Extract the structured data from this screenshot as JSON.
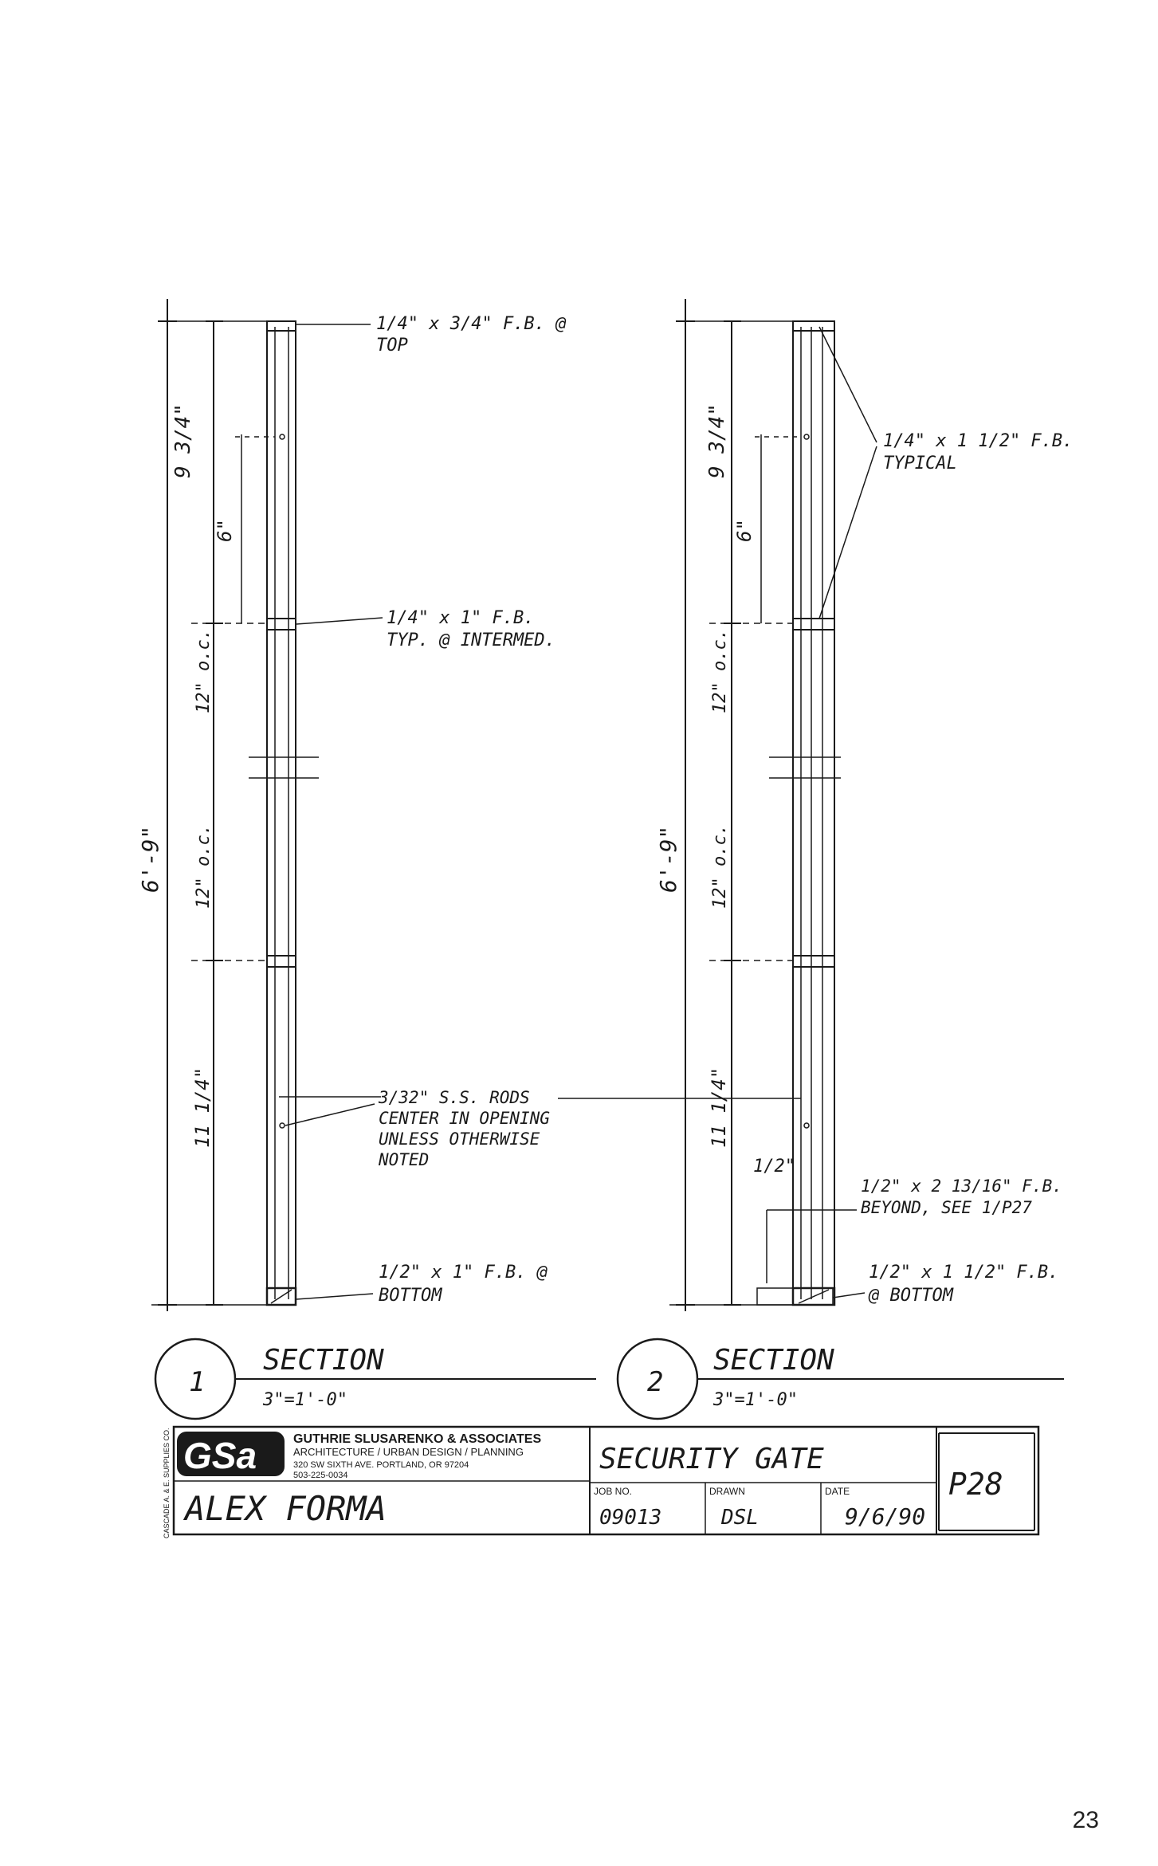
{
  "section1": {
    "callout_top_1": "1/4\" x 3/4\" F.B. @",
    "callout_top_2": "TOP",
    "callout_mid_1": "1/4\" x 1\" F.B.",
    "callout_mid_2": "TYP. @ INTERMED.",
    "callout_rods_1": "3/32\" S.S. RODS",
    "callout_rods_2": "CENTER IN OPENING",
    "callout_rods_3": "UNLESS OTHERWISE",
    "callout_rods_4": "NOTED",
    "callout_bottom_1": "1/2\" x 1\" F.B. @",
    "callout_bottom_2": "BOTTOM",
    "dim_top": "9 3/4\"",
    "dim_6": "6\"",
    "dim_12oc_a": "12\" o.c.",
    "dim_12oc_b": "12\" o.c.",
    "dim_bottom": "11 1/4\"",
    "dim_overall": "6'-9\"",
    "title": "SECTION",
    "number": "1",
    "scale": "3\"=1'-0\""
  },
  "section2": {
    "callout_typ_1": "1/4\" x 1 1/2\" F.B.",
    "callout_typ_2": "TYPICAL",
    "callout_beyond_1": "1/2\" x 2 13/16\" F.B.",
    "callout_beyond_2": "BEYOND, SEE 1/P27",
    "callout_bottom_1": "1/2\" x 1 1/2\" F.B.",
    "callout_bottom_2": "@ BOTTOM",
    "dim_top": "9 3/4\"",
    "dim_6": "6\"",
    "dim_12oc_a": "12\" o.c.",
    "dim_12oc_b": "12\" o.c.",
    "dim_bottom": "11 1/4\"",
    "dim_half": "1/2\"",
    "dim_overall": "6'-9\"",
    "title": "SECTION",
    "number": "2",
    "scale": "3\"=1'-0\""
  },
  "title_block": {
    "logo": "GSa",
    "firm_name": "GUTHRIE SLUSARENKO & ASSOCIATES",
    "firm_sub": "ARCHITECTURE / URBAN DESIGN / PLANNING",
    "address": "320 SW SIXTH AVE. PORTLAND, OR 97204",
    "phone": "503-225-0034",
    "project": "ALEX FORMA",
    "sheet_title": "SECURITY GATE",
    "job_label": "JOB NO.",
    "job_value": "09013",
    "drawn_label": "DRAWN",
    "drawn_value": "DSL",
    "date_label": "DATE",
    "date_value": "9/6/90",
    "sheet_number": "P28",
    "supplier_note": "CASCADE A. & E. SUPPLIES CO."
  },
  "page_number": "23"
}
